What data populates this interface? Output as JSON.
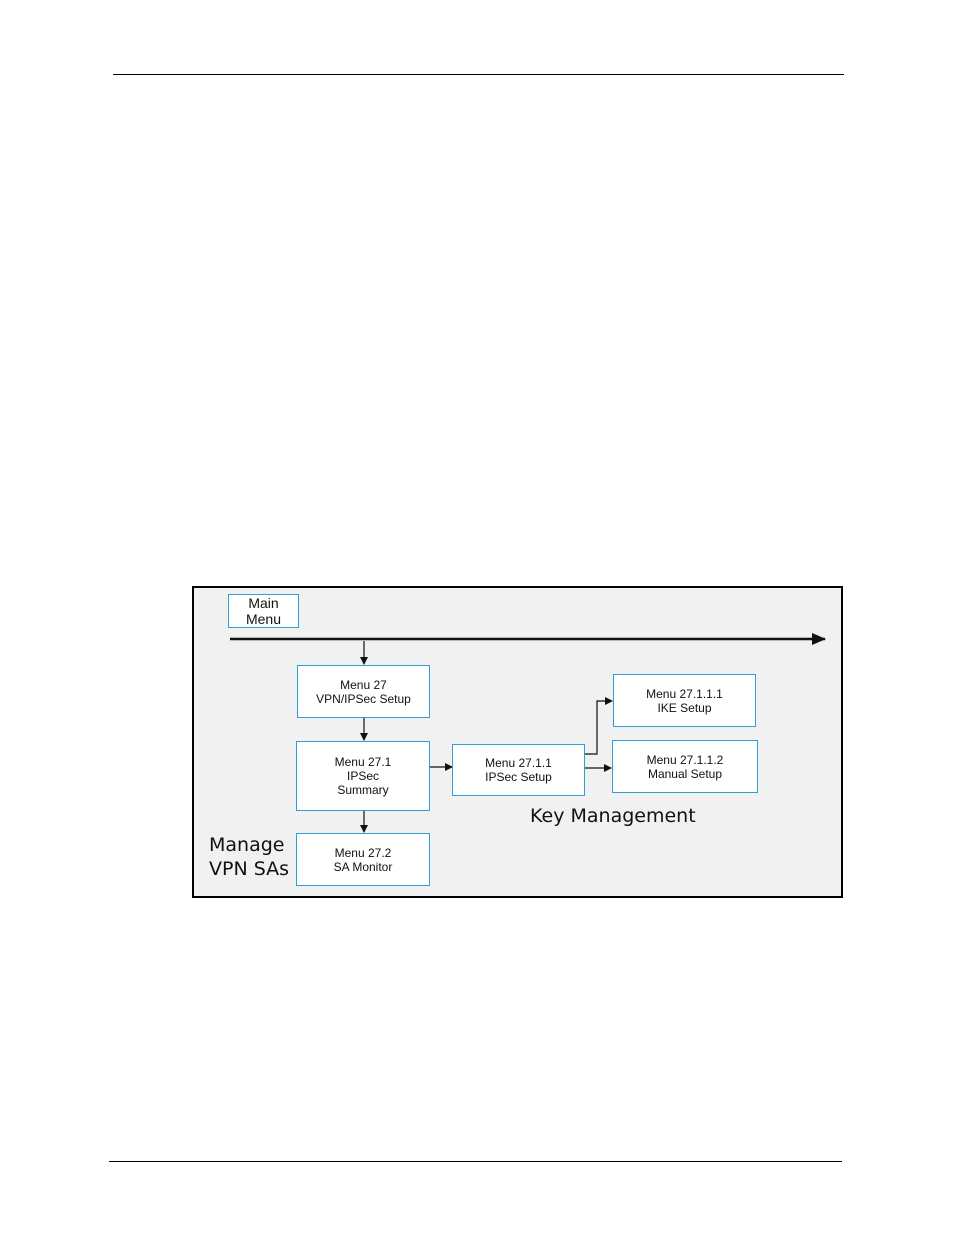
{
  "diagram": {
    "nodes": {
      "main_menu": "Main\nMenu",
      "menu_27": "Menu 27\nVPN/IPSec Setup",
      "menu_27_1": "Menu 27.1\nIPSec\nSummary",
      "menu_27_2": "Menu 27.2\nSA Monitor",
      "menu_27_1_1": "Menu 27.1.1\nIPSec Setup",
      "menu_27_1_1_1": "Menu 27.1.1.1\nIKE Setup",
      "menu_27_1_1_2": "Menu 27.1.1.2\nManual Setup"
    },
    "group_labels": {
      "manage": "Manage\nVPN SAs",
      "key_management": "Key Management"
    },
    "edges": [
      {
        "from": "main_menu",
        "to": "menu_27"
      },
      {
        "from": "menu_27",
        "to": "menu_27_1"
      },
      {
        "from": "menu_27_1",
        "to": "menu_27_2"
      },
      {
        "from": "menu_27_1",
        "to": "menu_27_1_1"
      },
      {
        "from": "menu_27_1_1",
        "to": "menu_27_1_1_1"
      },
      {
        "from": "menu_27_1_1",
        "to": "menu_27_1_1_2"
      }
    ],
    "colors": {
      "node_border": "#2e9fd6",
      "panel_background": "#f1f1f1",
      "arrow": "#111111"
    }
  }
}
